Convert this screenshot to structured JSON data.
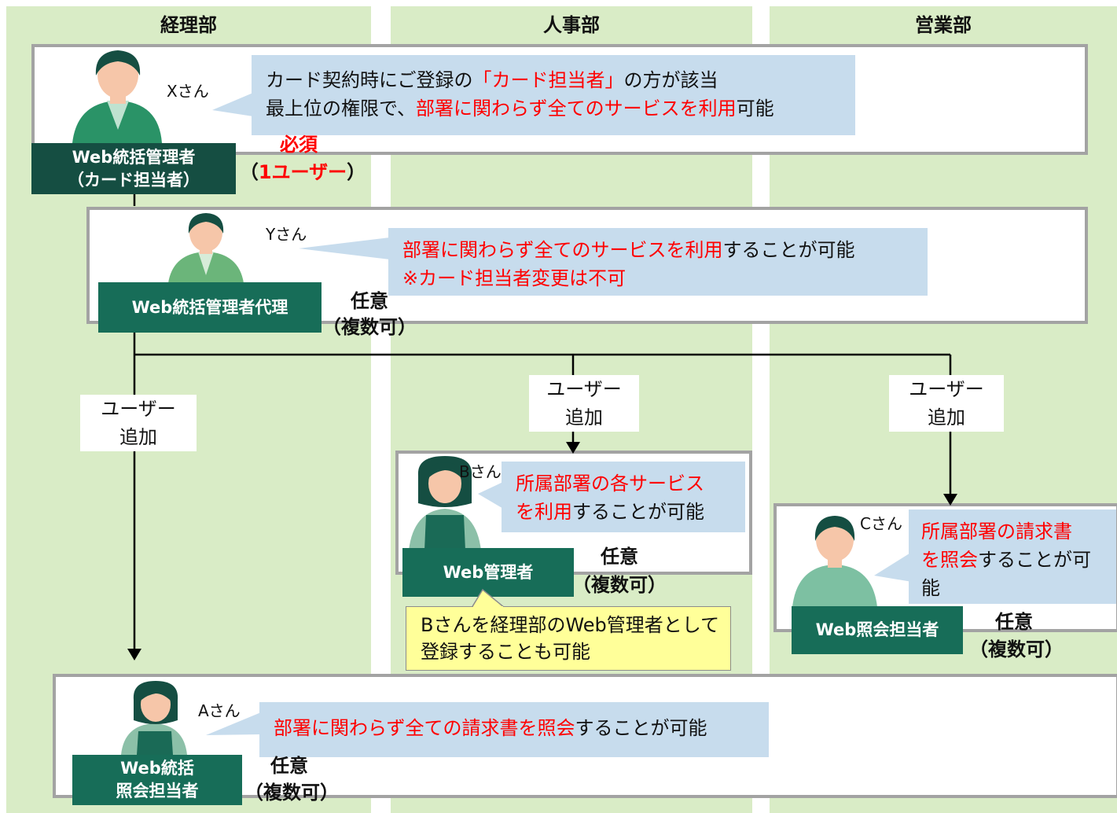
{
  "columns": [
    "経理部",
    "人事部",
    "営業部"
  ],
  "users": {
    "x": {
      "name": "Xさん",
      "role": "Web統括管理者\n（カード担当者）",
      "req_line1": "必須",
      "req_line2": "1ユーザー",
      "desc_line1_a": "カード契約時にご登録の",
      "desc_line1_b": "「カード担当者」",
      "desc_line1_c": "の方が該当",
      "desc_line2_a": "最上位の権限で、",
      "desc_line2_b": "部署に関わらず全てのサービスを利用",
      "desc_line2_c": "可能"
    },
    "y": {
      "name": "Yさん",
      "role": "Web統括管理者代理",
      "req_line1": "任意",
      "req_line2": "（複数可）",
      "desc_line1_a": "部署に関わらず全てのサービスを利用",
      "desc_line1_b": "することが可能",
      "desc_line2": "※カード担当者変更は不可"
    },
    "b": {
      "name": "Bさん",
      "role": "Web管理者",
      "req_line1": "任意",
      "req_line2": "（複数可）",
      "desc_line1": "所属部署の各サービス",
      "desc_line2_a": "を利用",
      "desc_line2_b": "することが可能",
      "note": "Bさんを経理部のWeb管理者として登録することも可能"
    },
    "c": {
      "name": "Cさん",
      "role": "Web照会担当者",
      "req_line1": "任意",
      "req_line2": "（複数可）",
      "desc_line1": "所属部署の請求書",
      "desc_line2_a": "を照会",
      "desc_line2_b": "することが可",
      "desc_line3": "能"
    },
    "a": {
      "name": "Aさん",
      "role": "Web統括\n照会担当者",
      "req_line1": "任意",
      "req_line2": "（複数可）",
      "desc_a": "部署に関わらず全ての請求書を照会",
      "desc_b": "することが可能"
    }
  },
  "arrow_labels": {
    "keiri_line1": "ユーザー",
    "keiri_line2": "追加",
    "jinji_line1": "ユーザー",
    "jinji_line2": "追加",
    "eigyo_line1": "ユーザー",
    "eigyo_line2": "追加"
  },
  "colors": {
    "column_bg": "#d9ecc6",
    "bubble_bg": "#c7dced",
    "role_bg": "#176d58",
    "emphasis": "#ff0000",
    "note_bg": "#ffff99"
  }
}
